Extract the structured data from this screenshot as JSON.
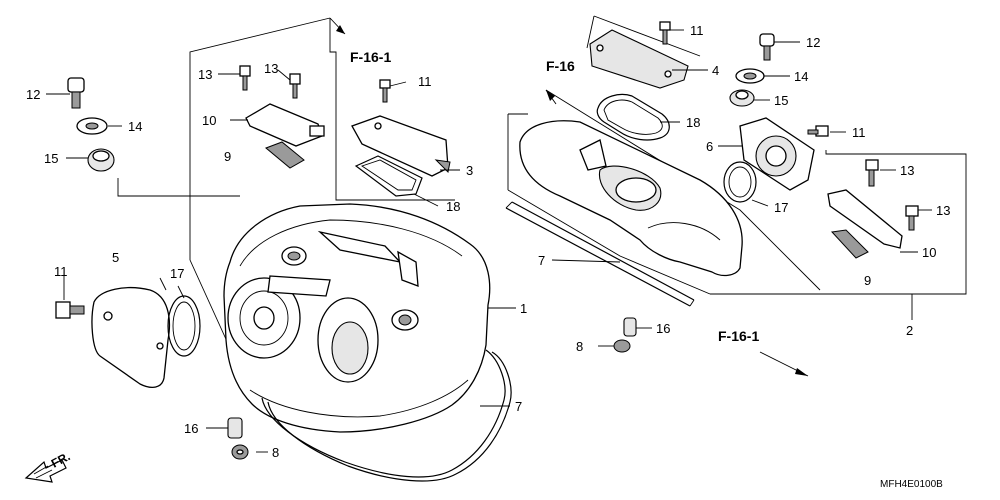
{
  "diagram": {
    "labels": {
      "l1": "1",
      "l2": "2",
      "l3": "3",
      "l4": "4",
      "l5": "5",
      "l6": "6",
      "l7a": "7",
      "l7b": "7",
      "l8a": "8",
      "l8b": "8",
      "l9a": "9",
      "l9b": "9",
      "l10a": "10",
      "l10b": "10",
      "l11a": "11",
      "l11b": "11",
      "l11c": "11",
      "l11d": "11",
      "l12a": "12",
      "l12b": "12",
      "l13a": "13",
      "l13b": "13",
      "l13c": "13",
      "l13d": "13",
      "l14a": "14",
      "l14b": "14",
      "l15a": "15",
      "l15b": "15",
      "l16a": "16",
      "l16b": "16",
      "l17a": "17",
      "l17b": "17",
      "l18a": "18",
      "l18b": "18"
    },
    "refs": {
      "f16_1_top": "F-16-1",
      "f16": "F-16",
      "f16_1_right": "F-16-1"
    },
    "front_label": "FR.",
    "catalog_code": "MFH4E0100B"
  }
}
